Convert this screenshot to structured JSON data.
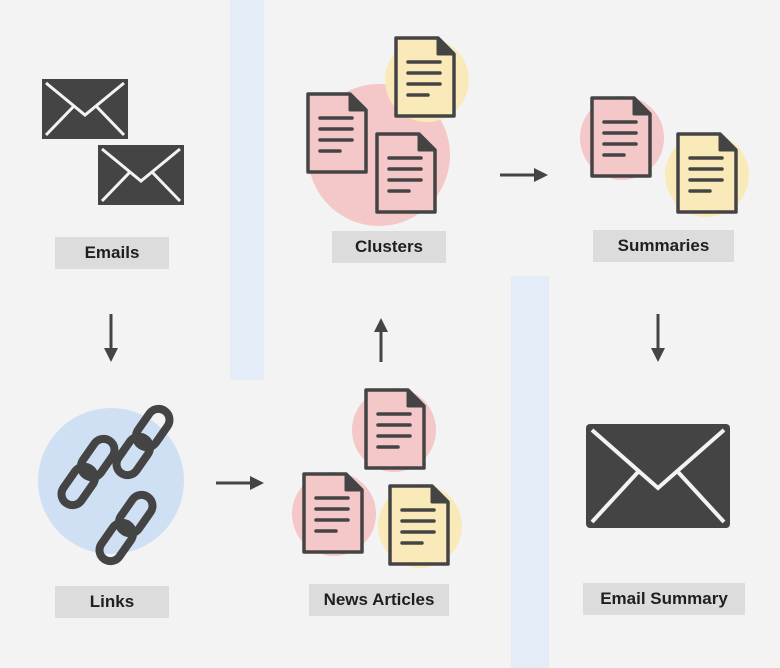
{
  "nodes": {
    "emails": "Emails",
    "links": "Links",
    "news_articles": "News Articles",
    "clusters": "Clusters",
    "summaries": "Summaries",
    "email_summary": "Email Summary"
  },
  "colors": {
    "background": "#f3f3f3",
    "stripe": "#e3ecf7",
    "label_bg": "#dcdcdc",
    "icon_dark": "#444444",
    "pink": "#f4c7c9",
    "yellow": "#fbeab9",
    "blue_highlight": "#cfe0f4",
    "arrow": "#444444"
  },
  "icons": {
    "email": "envelope-icon",
    "link": "chain-link-icon",
    "document": "document-icon"
  }
}
